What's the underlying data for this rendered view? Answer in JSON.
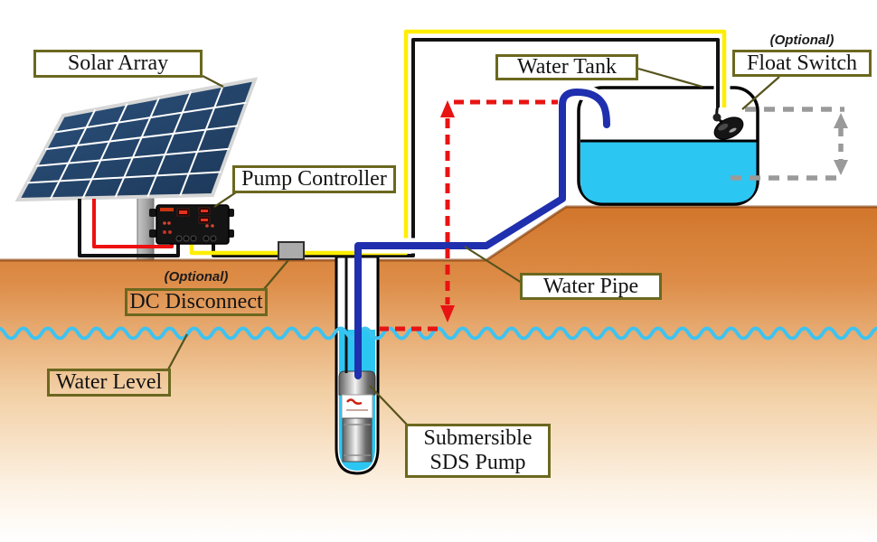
{
  "labels": {
    "solar_array": "Solar Array",
    "pump_controller": "Pump Controller",
    "dc_disconnect": "DC Disconnect",
    "dc_disconnect_note": "(Optional)",
    "water_level": "Water Level",
    "water_tank": "Water Tank",
    "float_switch": "Float Switch",
    "float_switch_note": "(Optional)",
    "water_pipe": "Water Pipe",
    "submersible_pump_line1": "Submersible",
    "submersible_pump_line2": "SDS Pump"
  },
  "colors": {
    "pipe_blue": "#1f2fae",
    "wire_yellow": "#ffee00",
    "wire_red": "#ee1111",
    "wire_black": "#111111",
    "water_cyan": "#2cc6f2",
    "wave_cyan": "#3ec3f0",
    "ground_top": "#d1762b",
    "ground_edge": "#8a4513",
    "dashed_red": "#e81313",
    "dashed_gray": "#9a9a9a",
    "label_border": "#6b681f",
    "leader_olive": "#56531d"
  }
}
